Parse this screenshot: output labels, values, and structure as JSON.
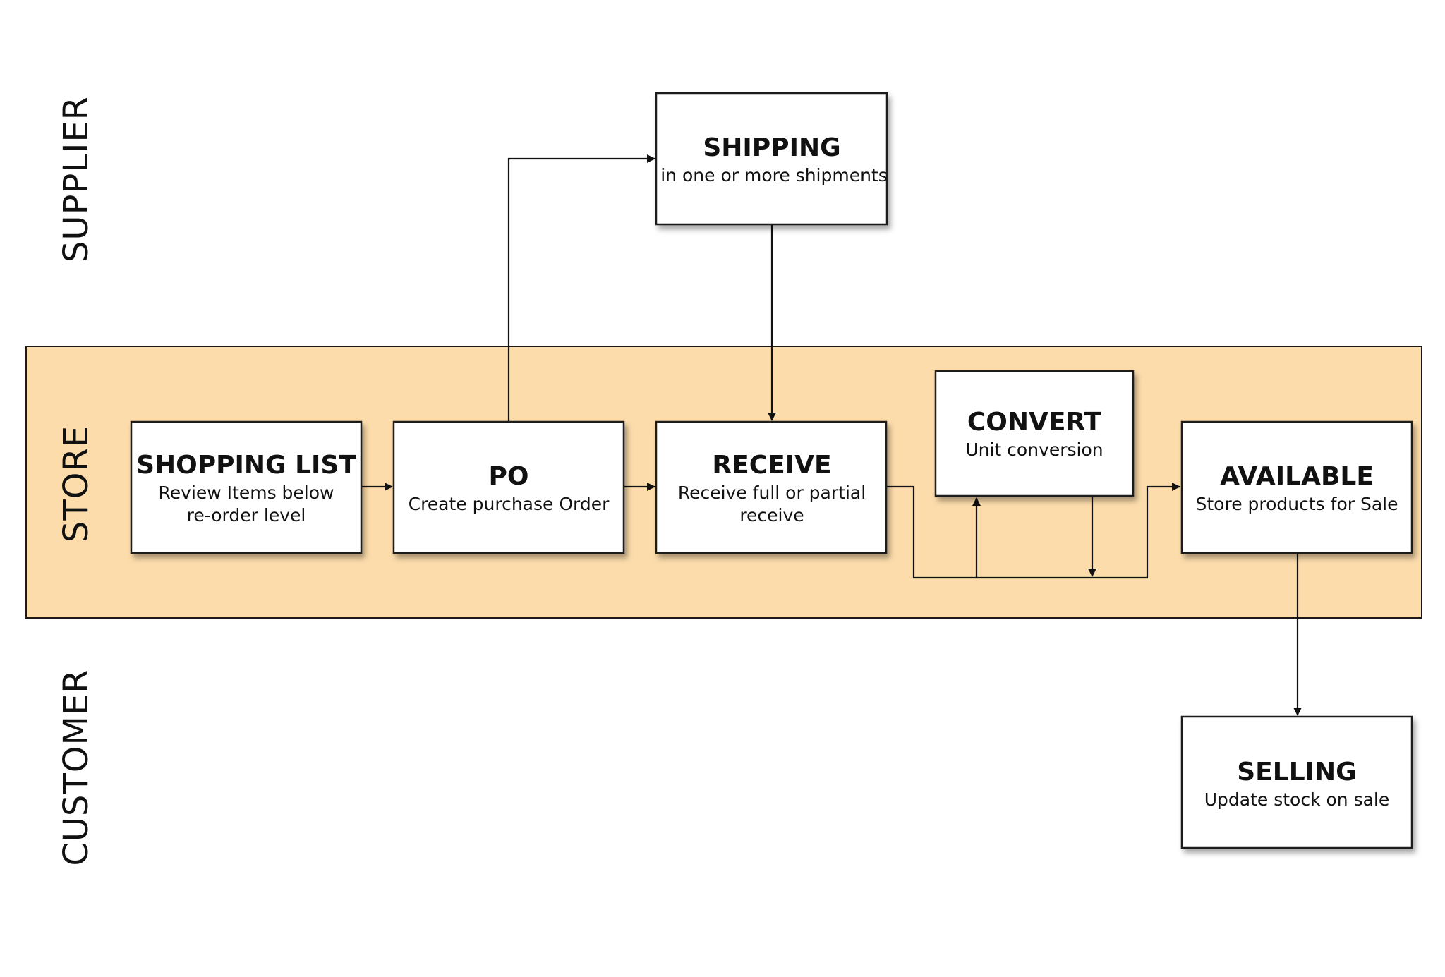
{
  "lanes": {
    "supplier": "SUPPLIER",
    "store": "STORE",
    "customer": "CUSTOMER"
  },
  "nodes": {
    "shipping": {
      "title": "SHIPPING",
      "lines": [
        "in one or more shipments"
      ]
    },
    "shopping_list": {
      "title": "SHOPPING LIST",
      "lines": [
        "Review  Items below",
        "re-order level"
      ]
    },
    "po": {
      "title": "PO",
      "lines": [
        "Create purchase Order"
      ]
    },
    "receive": {
      "title": "RECEIVE",
      "lines": [
        "Receive full or partial",
        "receive"
      ]
    },
    "convert": {
      "title": "CONVERT",
      "lines": [
        "Unit conversion"
      ]
    },
    "available": {
      "title": "AVAILABLE",
      "lines": [
        "Store products for Sale"
      ]
    },
    "selling": {
      "title": "SELLING",
      "lines": [
        "Update stock on sale"
      ]
    }
  },
  "edges": [
    {
      "from": "shopping_list",
      "to": "po"
    },
    {
      "from": "po",
      "to": "shipping"
    },
    {
      "from": "shipping",
      "to": "receive"
    },
    {
      "from": "po",
      "to": "receive"
    },
    {
      "from": "receive",
      "to": "convert"
    },
    {
      "from": "convert",
      "to": "available"
    },
    {
      "from": "receive",
      "to": "available"
    },
    {
      "from": "available",
      "to": "selling"
    }
  ],
  "colors": {
    "store_lane": "#fcdcab",
    "lane_border": "#1a1a1a",
    "box_fill": "#ffffff",
    "line": "#111111"
  }
}
